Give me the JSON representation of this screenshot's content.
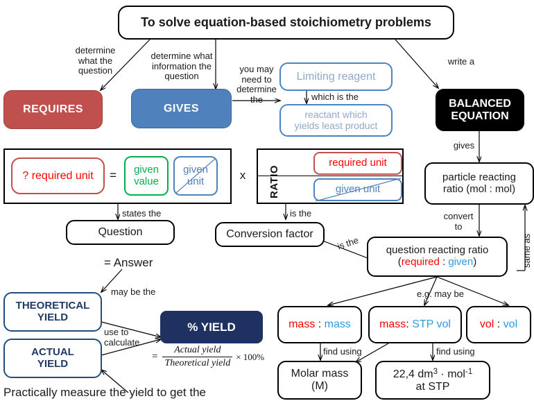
{
  "diagram": {
    "title": "To solve equation-based stoichiometry problems",
    "colors": {
      "red_fill": "#C0504D",
      "blue_fill": "#4F81BD",
      "black_fill": "#000000",
      "navy_fill": "#1F3160",
      "navy_outline": "#1F4E79",
      "light_blue_text": "#8FA9C8",
      "red_text": "#FF0000",
      "green_text": "#00B050",
      "blue_text": "#4F81BD"
    },
    "nodes": {
      "root": "To solve equation-based stoichiometry problems",
      "requires": "REQUIRES",
      "gives": "GIVES",
      "limiting_reagent": "Limiting  reagent",
      "reactant_least_1": "reactant which",
      "reactant_least_2": "yields least product",
      "balanced_equation_1": "BALANCED",
      "balanced_equation_2": "EQUATION",
      "particle_ratio_1": "particle  reacting",
      "particle_ratio_2": "ratio (mol : mol)",
      "required_unit_q": "? required unit",
      "equals_sign": "=",
      "given_value_1": "given",
      "given_value_2": "value",
      "given_unit_1": "given",
      "given_unit_2": "unit",
      "times_sign": "x",
      "ratio_label": "RATIO",
      "required_unit": "required unit",
      "given_unit": "given unit",
      "question": "Question",
      "conversion_factor": "Conversion factor",
      "question_ratio_line1": "question reacting ratio",
      "question_ratio_open": "(",
      "question_ratio_required": "required",
      "question_ratio_colon": " : ",
      "question_ratio_given": "given",
      "question_ratio_close": ")",
      "answer": "=   Answer",
      "theoretical_yield_1": "THEORETICAL",
      "theoretical_yield_2": "YIELD",
      "actual_yield_1": "ACTUAL",
      "actual_yield_2": "YIELD",
      "percent_yield": "% YIELD",
      "mass_mass_a": "mass",
      "mass_mass_colon": " : ",
      "mass_mass_b": "mass",
      "mass_stp_a": "mass",
      "mass_stp_colon": ": ",
      "mass_stp_b": "STP vol",
      "vol_vol_a": "vol",
      "vol_vol_colon": " : ",
      "vol_vol_b": "vol",
      "molar_mass_1": "Molar mass",
      "molar_mass_2": "(M)",
      "molar_vol_1_a": "22,4 dm",
      "molar_vol_1_sup": "3",
      "molar_vol_1_b": " · mol",
      "molar_vol_1_sup2": "-1",
      "molar_vol_2": "at STP",
      "practically_measure": "Practically  measure the yield to get the"
    },
    "edge_labels": {
      "determine_question": "determine\nwhat the\nquestion",
      "determine_information": "determine what\ninformation the\nquestion",
      "you_may_need": "you may\nneed to\ndetermine\nthe",
      "write_a": "write a",
      "which_is_the": "which is the",
      "gives": "gives",
      "states_the": "states the",
      "is_the_conv": "is the",
      "is_the_qr": "is the",
      "convert_to": "convert\nto",
      "same_as": "same as",
      "may_be_the": "may be the",
      "use_to_calculate": "use to\ncalculate",
      "eg_may_be": "e.g. may be",
      "find_using_left": "find using",
      "find_using_right": "find using"
    },
    "formula": {
      "equals": "=",
      "numerator": "Actual yield",
      "denominator": "Theoretical yield",
      "multiplier": "× 100%"
    }
  }
}
